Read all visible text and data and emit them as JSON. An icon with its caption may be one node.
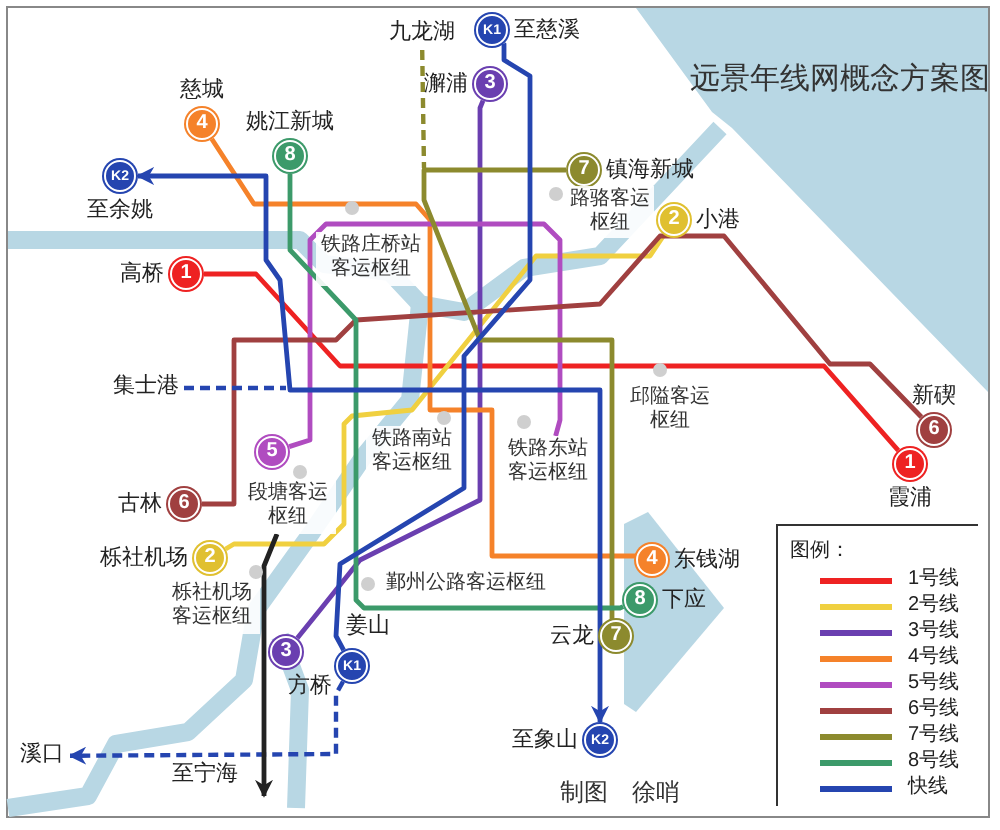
{
  "diagram": {
    "title": "远景年线网概念方案图",
    "nodes": [
      {
        "text": [
          "K1"
        ],
        "beside": [
          "至慈溪"
        ]
      },
      {
        "text": [
          "九龙湖"
        ]
      },
      {
        "text": [
          "3"
        ],
        "beside": [
          "澥浦"
        ]
      },
      {
        "text": [
          "4"
        ],
        "beside": [
          "慈城"
        ]
      },
      {
        "text": [
          "8"
        ],
        "beside": [
          "姚江新城"
        ]
      },
      {
        "text": [
          "7"
        ],
        "beside": [
          "镇海新城"
        ]
      },
      {
        "text": [
          "K2"
        ],
        "beside": [
          "至余姚"
        ]
      },
      {
        "text": [
          "2"
        ],
        "beside": [
          "小港"
        ]
      },
      {
        "text": [
          "铁路庄桥站客运枢纽"
        ]
      },
      {
        "text": [
          "路骆客运枢纽"
        ]
      },
      {
        "text": [
          "1"
        ],
        "beside": [
          "高桥"
        ]
      },
      {
        "text": [
          "集士港"
        ]
      },
      {
        "text": [
          "邱隘客运枢纽"
        ]
      },
      {
        "text": [
          "6"
        ],
        "beside": [
          "新碶"
        ]
      },
      {
        "text": [
          "5"
        ]
      },
      {
        "text": [
          "铁路南站客运枢纽"
        ]
      },
      {
        "text": [
          "铁路东站客运枢纽"
        ]
      },
      {
        "text": [
          "段塘客运枢纽"
        ]
      },
      {
        "text": [
          "1"
        ],
        "beside": [
          "霞浦"
        ]
      },
      {
        "text": [
          "6"
        ],
        "beside": [
          "古林"
        ]
      },
      {
        "text": [
          "2"
        ],
        "beside": [
          "栎社机场"
        ]
      },
      {
        "text": [
          "栎社机场客运枢纽"
        ]
      },
      {
        "text": [
          "鄞州公路客运枢纽"
        ]
      },
      {
        "text": [
          "4"
        ],
        "beside": [
          "东钱湖"
        ]
      },
      {
        "text": [
          "8"
        ],
        "beside": [
          "下应"
        ]
      },
      {
        "text": [
          "7"
        ],
        "beside": [
          "云龙"
        ]
      },
      {
        "text": [
          "K1"
        ],
        "beside": [
          "姜山"
        ]
      },
      {
        "text": [
          "3"
        ],
        "beside": [
          "方桥"
        ]
      },
      {
        "text": [
          "K2"
        ],
        "beside": [
          "至象山"
        ]
      },
      {
        "text": [
          "溪口"
        ]
      }
    ],
    "edges": [
      {
        "from": 10,
        "to": 18,
        "arrow": "none",
        "color": "#ee2222"
      },
      {
        "from": 7,
        "to": 20,
        "arrow": "none",
        "color": "#f0d040"
      },
      {
        "from": 2,
        "to": 27,
        "arrow": "none",
        "color": "#6a3fb0"
      },
      {
        "from": 3,
        "to": 23,
        "arrow": "none",
        "color": "#f5822a"
      },
      {
        "from": 14,
        "to": 16,
        "arrow": "none",
        "color": "#b04cc0"
      },
      {
        "from": 19,
        "to": 13,
        "arrow": "none",
        "color": "#a04040"
      },
      {
        "from": 5,
        "to": 25,
        "arrow": "none",
        "color": "#8c8a2e"
      },
      {
        "from": 1,
        "to": null,
        "arrow": "none",
        "style": "dashed",
        "color": "#8c8a2e"
      },
      {
        "from": 4,
        "to": 24,
        "arrow": "none",
        "color": "#3c9a6a"
      },
      {
        "from": 0,
        "to": 26,
        "arrow": "none",
        "color": "#2545b0"
      },
      {
        "from": 26,
        "to": 29,
        "arrow": "to",
        "style": "dashed",
        "color": "#2545b0",
        "label": "至宁海"
      },
      {
        "from": 6,
        "to": 28,
        "arrow": "both",
        "color": "#2545b0"
      },
      {
        "from": 17,
        "to": null,
        "arrow": "to",
        "color": "#222222"
      },
      {
        "from": 11,
        "to": null,
        "arrow": "none",
        "style": "dashed",
        "color": "#2545b0"
      }
    ],
    "labels": [
      "图例：",
      "制图",
      "徐哨"
    ],
    "legend": [
      {
        "text": "1号线",
        "color": "#ee2222"
      },
      {
        "text": "2号线",
        "color": "#f0d040"
      },
      {
        "text": "3号线",
        "color": "#6a3fb0"
      },
      {
        "text": "4号线",
        "color": "#f5822a"
      },
      {
        "text": "5号线",
        "color": "#b04cc0"
      },
      {
        "text": "6号线",
        "color": "#a04040"
      },
      {
        "text": "7号线",
        "color": "#8c8a2e"
      },
      {
        "text": "8号线",
        "color": "#3c9a6a"
      },
      {
        "text": "快线",
        "color": "#2545b0"
      }
    ]
  }
}
